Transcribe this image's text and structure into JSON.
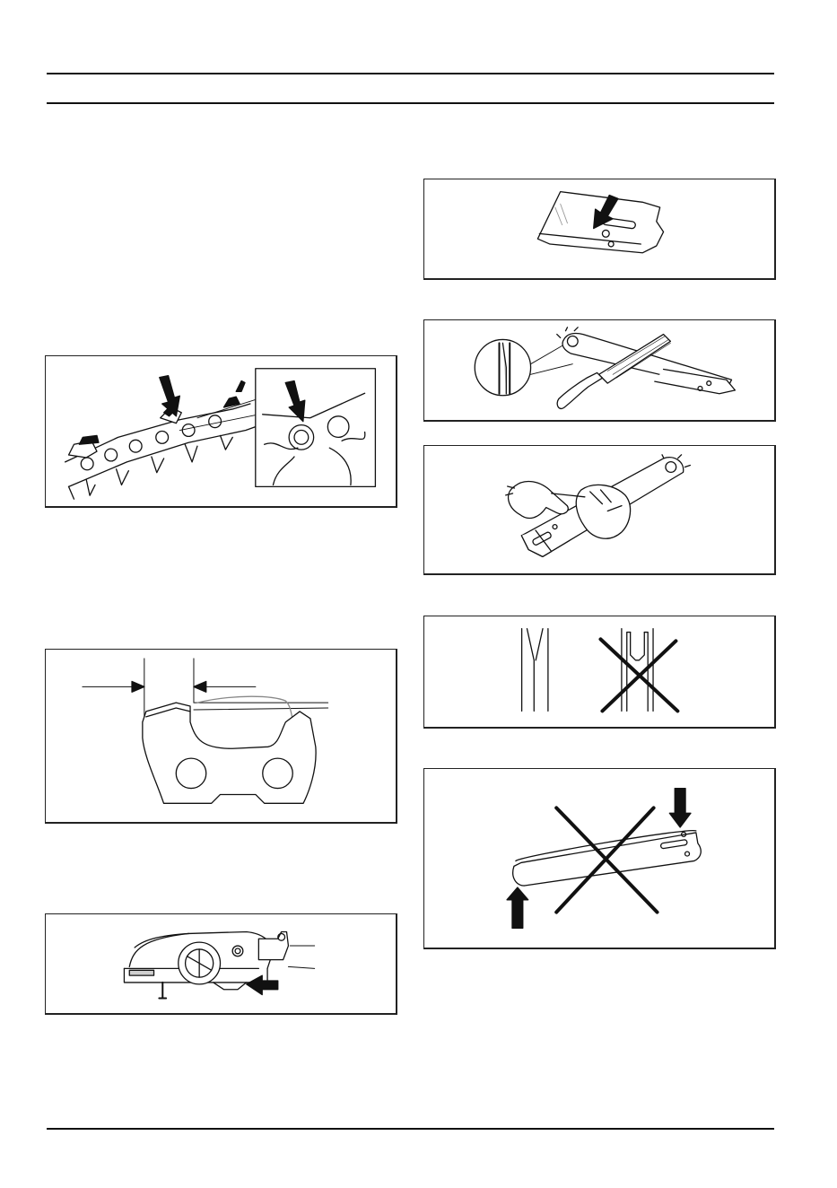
{
  "page": {
    "figures": [
      {
        "id": "fig-chain-drive-links",
        "icons": [
          "down-arrow-icon",
          "magnify-inset"
        ]
      },
      {
        "id": "fig-depth-gauge-setting",
        "icons": [
          "measure-arrow-left",
          "measure-arrow-right"
        ]
      },
      {
        "id": "fig-chain-tensioner",
        "icons": [
          "left-arrow-icon"
        ]
      },
      {
        "id": "fig-bar-lubrication-hole",
        "icons": [
          "down-arrow-icon"
        ]
      },
      {
        "id": "fig-bar-groove-filing",
        "icons": [
          "flat-file",
          "groove-inset"
        ]
      },
      {
        "id": "fig-bar-rail-cleaning",
        "icons": [
          "gloved-hand"
        ]
      },
      {
        "id": "fig-bar-groove-wear",
        "icons": [
          "cross-mark-icon"
        ]
      },
      {
        "id": "fig-bar-bent-check",
        "icons": [
          "up-arrow-icon",
          "down-arrow-icon",
          "cross-mark-icon"
        ]
      }
    ],
    "colors": {
      "line": "#111111",
      "shade": "#cfcfcf",
      "background": "#ffffff"
    }
  }
}
